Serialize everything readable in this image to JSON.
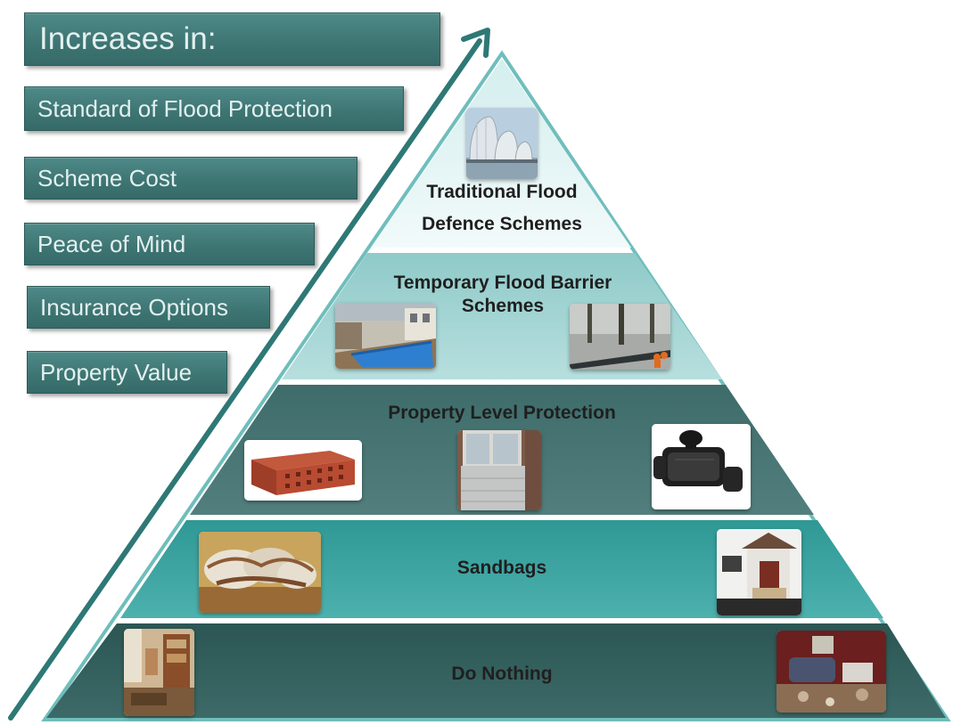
{
  "increases": {
    "heading": "Increases in:",
    "items": [
      "Standard of Flood Protection",
      "Scheme Cost",
      "Peace of Mind",
      "Insurance Options",
      "Property Value"
    ]
  },
  "tiers": [
    {
      "label_line1": "Traditional Flood",
      "label_line2": "Defence Schemes"
    },
    {
      "label_line1": "Temporary Flood Barrier",
      "label_line2": "Schemes"
    },
    {
      "label_line1": "Property Level Protection"
    },
    {
      "label_line1": "Sandbags"
    },
    {
      "label_line1": "Do Nothing"
    }
  ],
  "icons": {
    "arrow": "arrow-up-right-icon"
  },
  "colors": {
    "label_box": "#3e7674",
    "label_text": "#e3f0ef",
    "tier_top": "#e4f4f4",
    "tier_temporary": "#a7d7d6",
    "tier_plp": "#467674",
    "tier_sandbags": "#3da5a2",
    "tier_nothing": "#335e5c",
    "arrow": "#2e7876"
  }
}
